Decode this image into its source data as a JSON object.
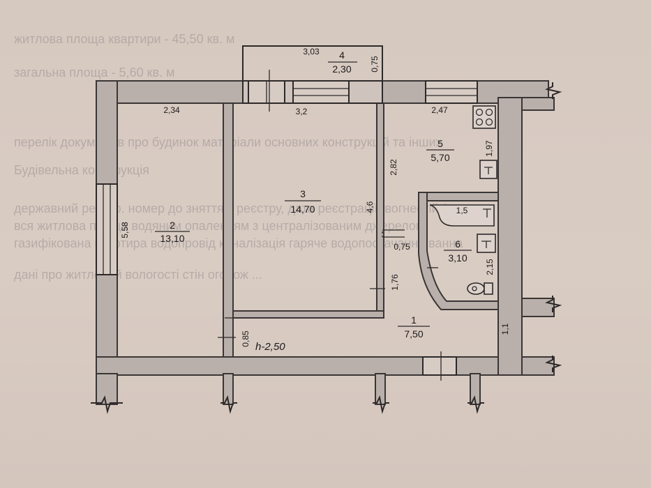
{
  "background_text": [
    "житлова площа квартири - 45,50 кв. м",
    "загальна площа - 5,60 кв. м",
    "перелік документів про будинок   матеріали основних конструкцій та інших",
    "Будівельна конструкція",
    "державний реєстр. номер до зняття з реєстру, дата реєстрації, вогнестійкість",
    "вся житлова площа      водяним  опаленням  з централізованим  джерелом",
    "газифікована квартира  водопровід  каналізація  гаряче  водопостачання  ванна",
    "дані про житловий  вологості стін огорож  ..."
  ],
  "rooms": [
    {
      "id": "1",
      "num": "1",
      "area": "7,50"
    },
    {
      "id": "2",
      "num": "2",
      "area": "13,10"
    },
    {
      "id": "3",
      "num": "3",
      "area": "14,70"
    },
    {
      "id": "4",
      "num": "4",
      "area": "2,30"
    },
    {
      "id": "5",
      "num": "5",
      "area": "5,70"
    },
    {
      "id": "6",
      "num": "6",
      "area": "3,10"
    }
  ],
  "dimensions": {
    "balcony_width": "3,03",
    "balcony_depth": "0,75",
    "room2_width": "2,34",
    "room3_width": "3,2",
    "room5_width": "2,47",
    "room2_length": "5,58",
    "room3_length": "4,6",
    "room5_length": "2,82",
    "room5_side": "1,97",
    "bath_tub": "1,5",
    "bath_length": "2,15",
    "door_width": "0,75",
    "corridor_jamb": "1,76",
    "corridor_width": "1,1",
    "corridor_step": "0,85",
    "ceiling_height": "h-2,50"
  }
}
